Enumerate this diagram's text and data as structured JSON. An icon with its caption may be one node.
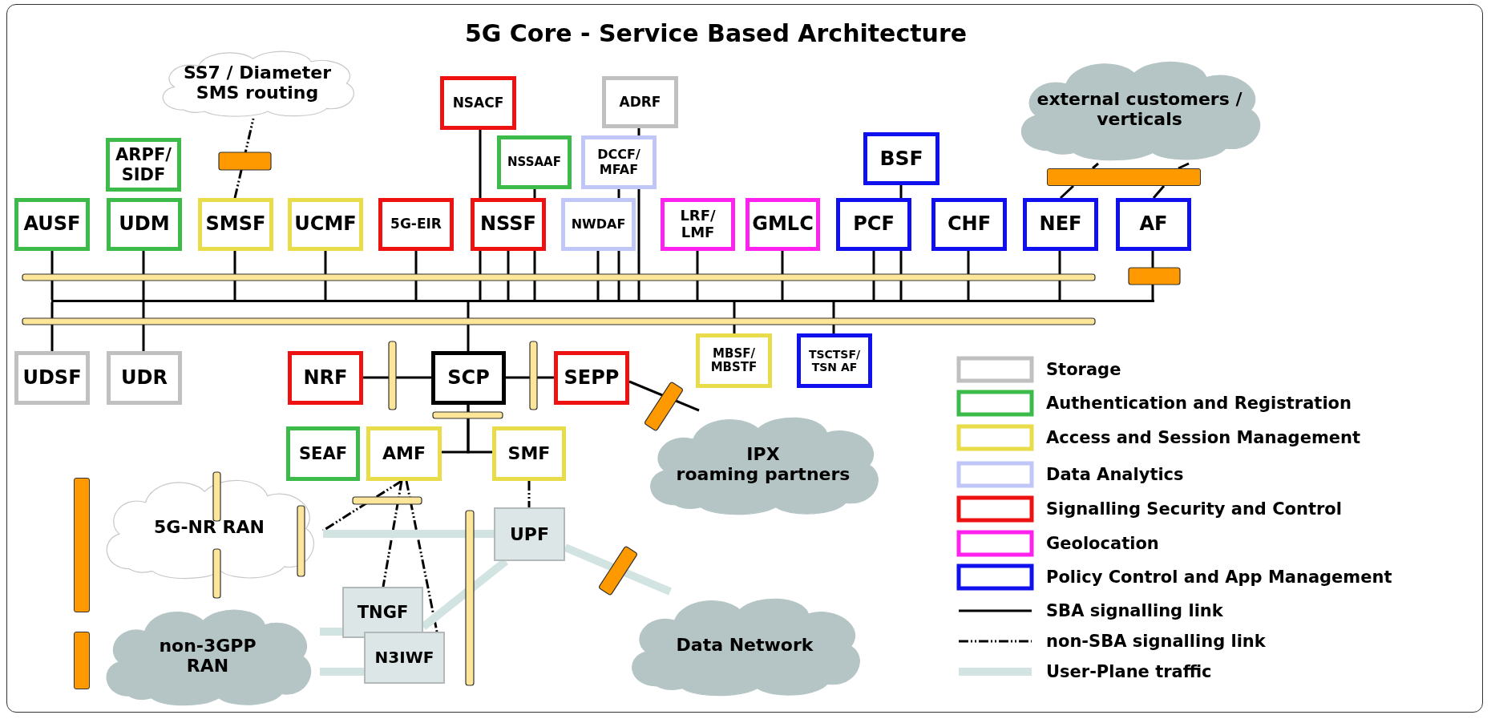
{
  "diagram": {
    "title": "5G Core - Service Based Architecture",
    "nodes": [
      {
        "text": [
          "SS7 / Diameter SMS routing"
        ]
      },
      {
        "text": [
          "NSACF"
        ]
      },
      {
        "text": [
          "ADRF"
        ]
      },
      {
        "text": [
          "ARPF/ SIDF"
        ]
      },
      {
        "text": [
          "NSSAAF"
        ]
      },
      {
        "text": [
          "DCCF/ MFAF"
        ]
      },
      {
        "text": [
          "BSF"
        ]
      },
      {
        "text": [
          "external customers / verticals"
        ]
      },
      {
        "text": [
          "AUSF"
        ]
      },
      {
        "text": [
          "UDM"
        ]
      },
      {
        "text": [
          "SMSF"
        ]
      },
      {
        "text": [
          "UCMF"
        ]
      },
      {
        "text": [
          "5G-EIR"
        ]
      },
      {
        "text": [
          "NSSF"
        ]
      },
      {
        "text": [
          "NWDAF"
        ]
      },
      {
        "text": [
          "LRF/ LMF"
        ]
      },
      {
        "text": [
          "GMLC"
        ]
      },
      {
        "text": [
          "PCF"
        ]
      },
      {
        "text": [
          "CHF"
        ]
      },
      {
        "text": [
          "NEF"
        ]
      },
      {
        "text": [
          "AF"
        ]
      },
      {
        "text": [],
        "shape": "bar"
      },
      {
        "text": [
          "UDSF"
        ]
      },
      {
        "text": [
          "UDR"
        ]
      },
      {
        "text": [
          "NRF"
        ]
      },
      {
        "text": [
          "SCP"
        ]
      },
      {
        "text": [
          "SEPP"
        ]
      },
      {
        "text": [
          "MBSF/ MBSTF"
        ]
      },
      {
        "text": [
          "TSCTSF/ TSN AF"
        ]
      },
      {
        "text": [
          "IPX",
          "roaming partners"
        ]
      },
      {
        "text": [
          "SEAF"
        ]
      },
      {
        "text": [
          "AMF"
        ]
      },
      {
        "text": [
          "SMF"
        ]
      },
      {
        "text": [
          "5G-NR RAN"
        ]
      },
      {
        "text": [
          "UPF"
        ]
      },
      {
        "text": [
          "TNGF"
        ]
      },
      {
        "text": [
          "non-3GPP RAN"
        ]
      },
      {
        "text": [
          "N3IWF"
        ]
      },
      {
        "text": [
          "Data Network"
        ]
      },
      {
        "text": [],
        "shape": "bar"
      },
      {
        "text": [],
        "shape": "bar"
      },
      {
        "text": [],
        "shape": "bar"
      }
    ],
    "edges": [
      {
        "from": 10,
        "to": 0,
        "arrow": "none",
        "style": "dashed"
      },
      {
        "from": 8,
        "to": 21,
        "arrow": "none"
      },
      {
        "from": 21,
        "to": 22,
        "arrow": "none"
      },
      {
        "from": 9,
        "to": 21,
        "arrow": "none"
      },
      {
        "from": 21,
        "to": 23,
        "arrow": "none"
      },
      {
        "from": 10,
        "to": 21,
        "arrow": "none"
      },
      {
        "from": 11,
        "to": 21,
        "arrow": "none"
      },
      {
        "from": 12,
        "to": 21,
        "arrow": "none"
      },
      {
        "from": 1,
        "to": 13,
        "arrow": "none"
      },
      {
        "from": 13,
        "to": 21,
        "arrow": "none"
      },
      {
        "from": 4,
        "to": 13,
        "arrow": "none"
      },
      {
        "from": 2,
        "to": 5,
        "arrow": "none"
      },
      {
        "from": 5,
        "to": 14,
        "arrow": "none"
      },
      {
        "from": 14,
        "to": 21,
        "arrow": "none"
      },
      {
        "from": 15,
        "to": 21,
        "arrow": "none"
      },
      {
        "from": 16,
        "to": 21,
        "arrow": "none"
      },
      {
        "from": 6,
        "to": 17,
        "arrow": "none"
      },
      {
        "from": 17,
        "to": 21,
        "arrow": "none"
      },
      {
        "from": 18,
        "to": 21,
        "arrow": "none"
      },
      {
        "from": 19,
        "to": 21,
        "arrow": "none"
      },
      {
        "from": 20,
        "to": 21,
        "arrow": "none"
      },
      {
        "from": 19,
        "to": 39,
        "arrow": "none"
      },
      {
        "from": 20,
        "to": 39,
        "arrow": "none"
      },
      {
        "from": 21,
        "to": 25,
        "arrow": "none"
      },
      {
        "from": 21,
        "to": 27,
        "arrow": "none"
      },
      {
        "from": 21,
        "to": 28,
        "arrow": "none"
      },
      {
        "from": 24,
        "to": 25,
        "arrow": "none"
      },
      {
        "from": 25,
        "to": 26,
        "arrow": "none"
      },
      {
        "from": 26,
        "to": 29,
        "arrow": "none"
      },
      {
        "from": 25,
        "to": 31,
        "arrow": "none"
      },
      {
        "from": 25,
        "to": 32,
        "arrow": "none"
      },
      {
        "from": 31,
        "to": 33,
        "arrow": "none",
        "style": "dashed"
      },
      {
        "from": 31,
        "to": 35,
        "arrow": "none",
        "style": "dashed"
      },
      {
        "from": 31,
        "to": 37,
        "arrow": "none",
        "style": "dashed"
      },
      {
        "from": 32,
        "to": 34,
        "arrow": "none",
        "style": "dashed"
      },
      {
        "from": 33,
        "to": 34,
        "arrow": "none",
        "style": "thick",
        "color": "#d2e4e2"
      },
      {
        "from": 34,
        "to": 38,
        "arrow": "none",
        "style": "thick",
        "color": "#d2e4e2"
      },
      {
        "from": 34,
        "to": 35,
        "arrow": "none",
        "style": "thick",
        "color": "#d2e4e2"
      },
      {
        "from": 36,
        "to": 35,
        "arrow": "none",
        "style": "thick",
        "color": "#d2e4e2"
      },
      {
        "from": 36,
        "to": 37,
        "arrow": "none",
        "style": "thick",
        "color": "#d2e4e2"
      },
      {
        "from": 13,
        "to": 21,
        "arrow": "none"
      },
      {
        "from": 13,
        "to": 21,
        "arrow": "none"
      },
      {
        "from": 5,
        "to": 21,
        "arrow": "none"
      },
      {
        "from": 14,
        "to": 21,
        "arrow": "none"
      },
      {
        "from": 17,
        "to": 21,
        "arrow": "none"
      },
      {
        "from": 39,
        "to": 7,
        "arrow": "none"
      },
      {
        "from": 39,
        "to": 7,
        "arrow": "none"
      }
    ],
    "legend": [
      {
        "text": "Storage",
        "color": "#c0c0c0"
      },
      {
        "text": "Authentication and Registration",
        "color": "#3cba4a"
      },
      {
        "text": "Access and Session Management",
        "color": "#e8dc4a"
      },
      {
        "text": "Data Analytics",
        "color": "#c0c6f8"
      },
      {
        "text": "Signalling Security and Control",
        "color": "#ee1111"
      },
      {
        "text": "Geolocation",
        "color": "#ff22ee"
      },
      {
        "text": "Policy Control and App Management",
        "color": "#1010ee"
      },
      {
        "text": "SBA signalling link"
      },
      {
        "text": "non-SBA signalling link"
      },
      {
        "text": "User-Plane traffic"
      }
    ]
  }
}
